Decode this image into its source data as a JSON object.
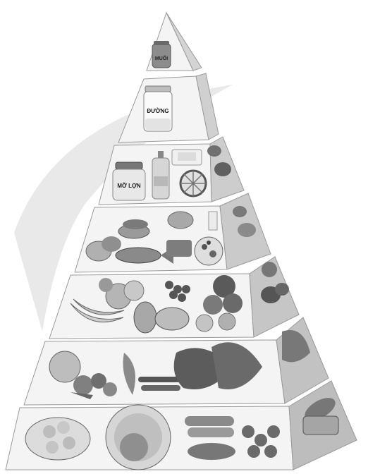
{
  "title": "",
  "tiers": [
    {
      "level": 1,
      "labels": [
        "MUỐI"
      ],
      "foods": [
        "salt jar"
      ]
    },
    {
      "level": 2,
      "labels": [
        "ĐƯỜNG"
      ],
      "foods": [
        "sugar jar"
      ]
    },
    {
      "level": 3,
      "labels": [
        "MỠ LỢN"
      ],
      "foods": [
        "lard jar",
        "cooking oil bottle",
        "butter",
        "sesame",
        "nuts"
      ]
    },
    {
      "level": 4,
      "labels": [],
      "foods": [
        "fish",
        "tofu",
        "meat",
        "eggs",
        "milk",
        "shrimp",
        "beans"
      ]
    },
    {
      "level": 5,
      "labels": [],
      "foods": [
        "bananas",
        "pomelo",
        "grapes",
        "mango",
        "dragon fruit",
        "apples",
        "oranges"
      ]
    },
    {
      "level": 6,
      "labels": [],
      "foods": [
        "cabbage",
        "carrots",
        "tomatoes",
        "green beans",
        "leafy greens",
        "herbs"
      ]
    },
    {
      "level": 7,
      "labels": [],
      "foods": [
        "rice",
        "noodles",
        "corn",
        "potatoes",
        "sweet potatoes"
      ]
    }
  ],
  "colors": {
    "front": "#f3f3f3",
    "side": "#d4d4d4",
    "sideDark": "#bdbdbd",
    "panel": "#e6e6e6",
    "outline": "#9a9a9a"
  }
}
